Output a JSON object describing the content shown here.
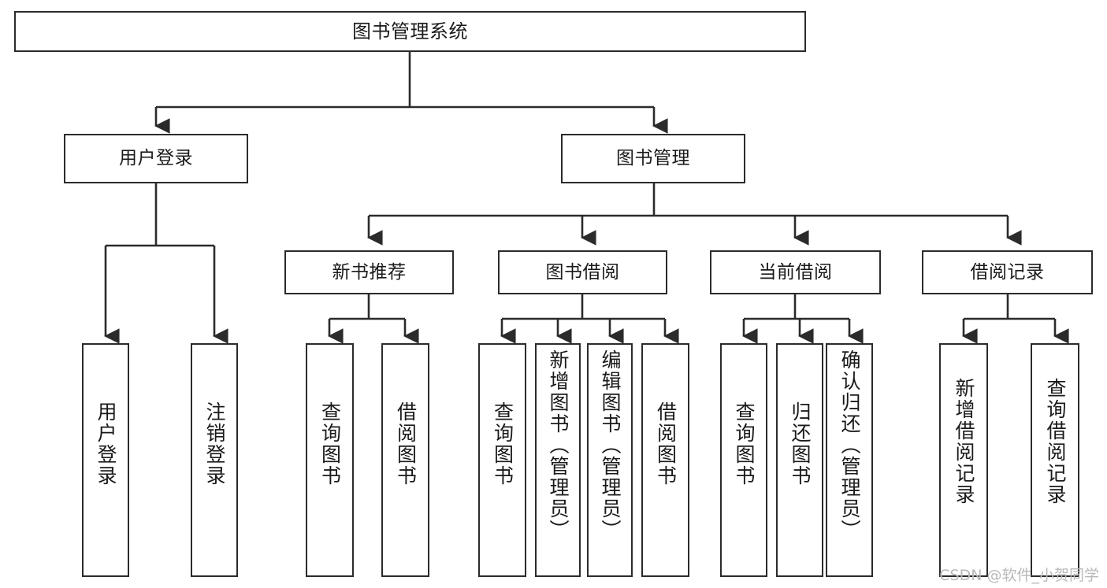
{
  "diagram": {
    "title": "图书管理系统",
    "type": "tree-hierarchy-chart",
    "watermark": "CSDN @软件_小贺同学",
    "colors": {
      "box_border": "#2b2b2b",
      "box_fill": "#ffffff",
      "edge": "#2b2b2b",
      "text": "#1a1a1a",
      "watermark": "#b9b9b9",
      "background": "#ffffff"
    },
    "root": {
      "label": "图书管理系统"
    },
    "level2": [
      {
        "label": "用户登录"
      },
      {
        "label": "图书管理"
      }
    ],
    "level3": [
      {
        "label": "新书推荐"
      },
      {
        "label": "图书借阅"
      },
      {
        "label": "当前借阅"
      },
      {
        "label": "借阅记录"
      }
    ],
    "leaves": {
      "user_login": [
        {
          "label": "用户登录"
        },
        {
          "label": "注销登录"
        }
      ],
      "new_book_recommend": [
        {
          "label": "查询图书"
        },
        {
          "label": "借阅图书"
        }
      ],
      "book_borrow": [
        {
          "label": "查询图书"
        },
        {
          "label": "新增图书（管理员）"
        },
        {
          "label": "编辑图书（管理员）"
        },
        {
          "label": "借阅图书"
        }
      ],
      "current_borrow": [
        {
          "label": "查询图书"
        },
        {
          "label": "归还图书"
        },
        {
          "label": "确认归还（管理员）"
        }
      ],
      "borrow_record": [
        {
          "label": "新增借阅记录"
        },
        {
          "label": "查询借阅记录"
        }
      ]
    }
  }
}
